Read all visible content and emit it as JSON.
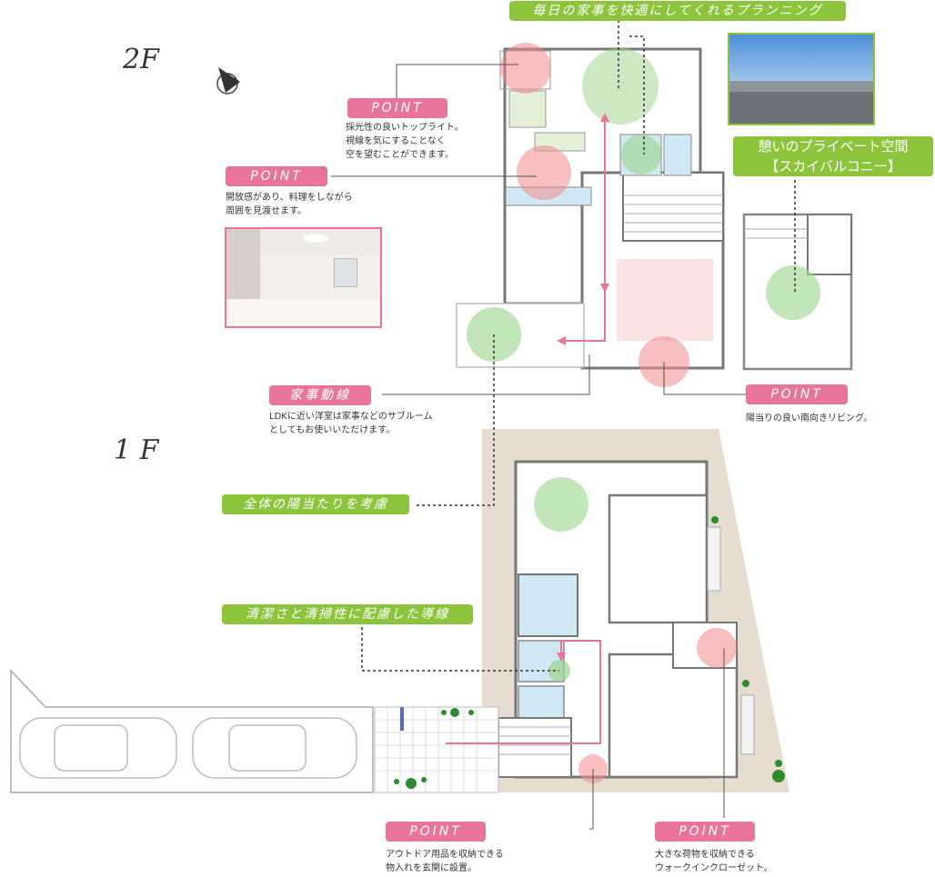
{
  "floors": {
    "upper": "2F",
    "lower": "1 F"
  },
  "top_banner": "毎日の家事を快適にしてくれるプランニング",
  "balcony": {
    "title_line1": "憩いのプライベート空間",
    "title_line2": "【スカイバルコニー】"
  },
  "points": [
    {
      "label": "POINT",
      "caption": "採光性の良いトップライト。\n視線を気にすることなく\n空を望むことができます。"
    },
    {
      "label": "POINT",
      "caption": "開放感があり、料理をしながら\n周囲を見渡せます。"
    },
    {
      "label": "POINT",
      "caption": "陽当りの良い南向きリビング。"
    },
    {
      "label": "POINT",
      "caption": "アウトドア用品を収納できる\n物入れを玄関に設置。"
    },
    {
      "label": "POINT",
      "caption": "大きな荷物を収納できる\nウォークインクローゼット。"
    }
  ],
  "chore_route": {
    "label": "家事動線",
    "caption": "LDKに近い洋室は家事などのサブルーム\nとしてもお使いいただけます。"
  },
  "green_labels": {
    "sunlight": "全体の陽当たりを考慮",
    "cleanliness": "清潔さと清掃性に配慮した導線"
  },
  "icons": [
    "compass-icon"
  ],
  "colors": {
    "pink": "#e8749a",
    "green": "#8cc43c",
    "wall": "#777777",
    "site": "#e6ddd0",
    "bath": "#cfe8f4"
  }
}
